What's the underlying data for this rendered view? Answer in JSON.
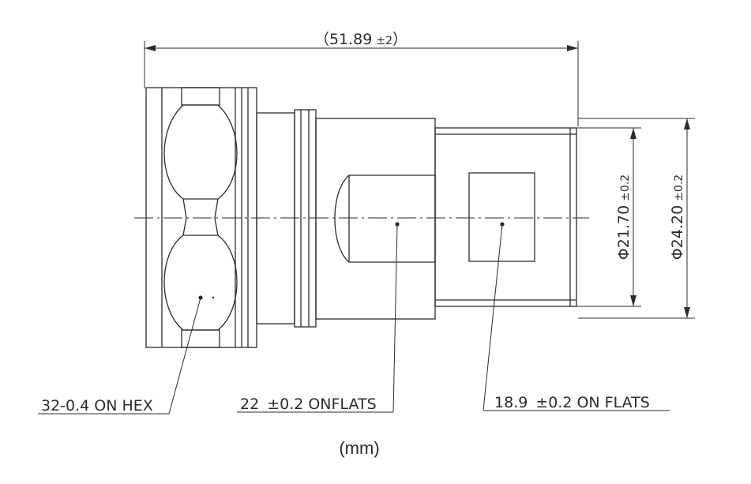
{
  "dimensions": {
    "overall_length": {
      "value": "51.89",
      "tolerance": "±2",
      "open": "（",
      "close": "）"
    },
    "diameter_inner": {
      "symbol": "Φ",
      "value": "21.70",
      "tolerance": "±0.2"
    },
    "diameter_outer": {
      "symbol": "Φ",
      "value": "24.20",
      "tolerance": "±0.2"
    }
  },
  "callouts": {
    "hex": {
      "text": "32-0.4 ON HEX"
    },
    "flats_large": {
      "value": "22",
      "tolerance": "±0.2",
      "suffix": "ONFLATS"
    },
    "flats_small": {
      "value": "18.9",
      "tolerance": "±0.2",
      "suffix": "ON FLATS"
    }
  },
  "units": "(mm)",
  "colors": {
    "line": "#2b2b2b",
    "background": "#ffffff"
  }
}
